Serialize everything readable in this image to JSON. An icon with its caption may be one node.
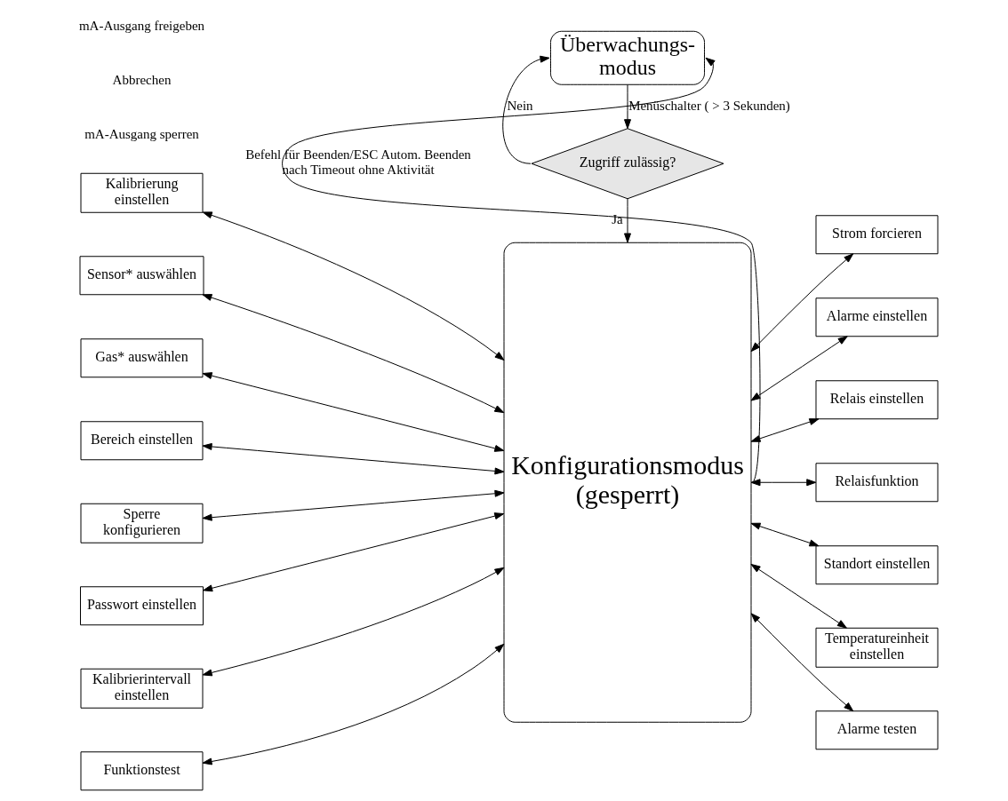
{
  "diagram": {
    "nodes": [
      {
        "text": [
          "Überwachungs- modus"
        ]
      },
      {
        "text": [
          "Zugriff zulässig?"
        ]
      },
      {
        "text": [
          "Konfigurationsmodus (gesperrt)"
        ]
      },
      {
        "text": [
          "Kalibrierung einstellen"
        ]
      },
      {
        "text": [
          "Sensor* auswählen"
        ]
      },
      {
        "text": [
          "Gas* auswählen"
        ]
      },
      {
        "text": [
          "Bereich einstellen"
        ]
      },
      {
        "text": [
          "Sperre konfigurieren"
        ]
      },
      {
        "text": [
          "Passwort einstellen"
        ]
      },
      {
        "text": [
          "Kalibrierintervall einstellen"
        ]
      },
      {
        "text": [
          "Funktionstest"
        ]
      },
      {
        "text": [
          "Strom forcieren"
        ]
      },
      {
        "text": [
          "Alarme einstellen"
        ]
      },
      {
        "text": [
          "Relais einstellen"
        ]
      },
      {
        "text": [
          "Relaisfunktion"
        ]
      },
      {
        "text": [
          "Standort einstellen"
        ]
      },
      {
        "text": [
          "Temperatureinheit einstellen"
        ]
      },
      {
        "text": [
          "Alarme testen"
        ]
      }
    ],
    "edges": [
      {
        "from": 0,
        "to": 1,
        "arrow": "to",
        "label": "Menüschalter ( > 3 Sekunden)"
      },
      {
        "from": 1,
        "to": 0,
        "arrow": "to",
        "label": "Nein"
      },
      {
        "from": 1,
        "to": 2,
        "arrow": "to",
        "label": "Ja"
      },
      {
        "from": 2,
        "to": 0,
        "arrow": "to",
        "label": "Befehl für Beenden/ESC Autom. Beenden nach Timeout ohne Aktivität"
      },
      {
        "from": 3,
        "to": 2,
        "arrow": "both"
      },
      {
        "from": 4,
        "to": 2,
        "arrow": "both"
      },
      {
        "from": 5,
        "to": 2,
        "arrow": "both"
      },
      {
        "from": 6,
        "to": 2,
        "arrow": "both"
      },
      {
        "from": 7,
        "to": 2,
        "arrow": "both"
      },
      {
        "from": 8,
        "to": 2,
        "arrow": "both"
      },
      {
        "from": 9,
        "to": 2,
        "arrow": "both"
      },
      {
        "from": 10,
        "to": 2,
        "arrow": "both"
      },
      {
        "from": 2,
        "to": 11,
        "arrow": "both"
      },
      {
        "from": 2,
        "to": 12,
        "arrow": "both"
      },
      {
        "from": 2,
        "to": 13,
        "arrow": "both"
      },
      {
        "from": 2,
        "to": 14,
        "arrow": "both"
      },
      {
        "from": 2,
        "to": 15,
        "arrow": "both"
      },
      {
        "from": 2,
        "to": 16,
        "arrow": "both"
      },
      {
        "from": 2,
        "to": 17,
        "arrow": "both"
      }
    ],
    "labels": [
      "mA-Ausgang sperren",
      "Abbrechen",
      "mA-Ausgang freigeben"
    ]
  }
}
